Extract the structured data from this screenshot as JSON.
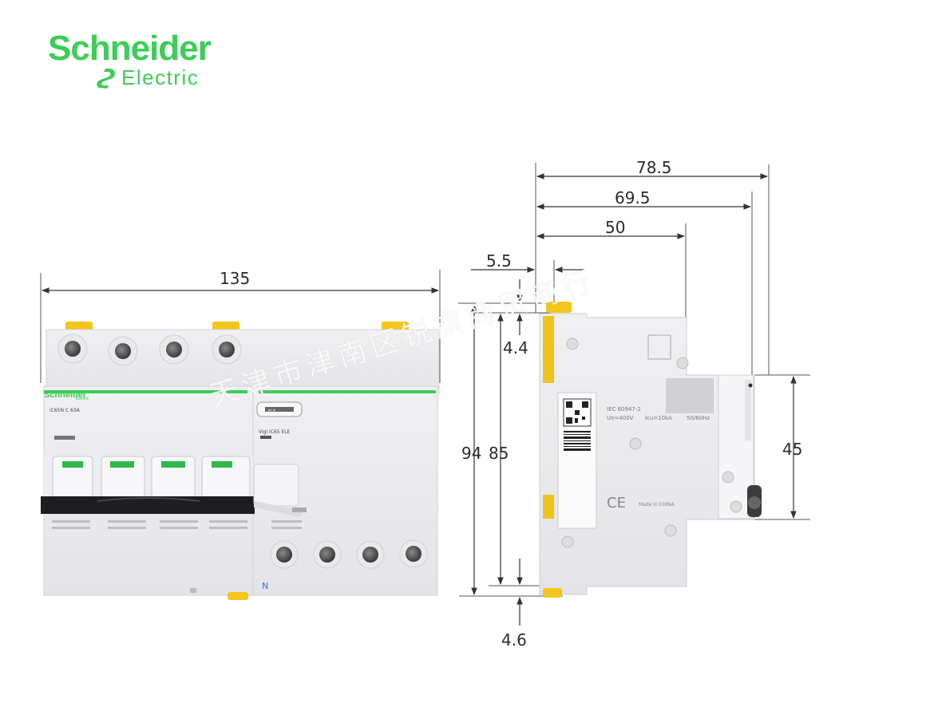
{
  "brand": {
    "name": "Schneider",
    "sub": "Electric",
    "color": "#3dcd58"
  },
  "front_view": {
    "width_dim": "135",
    "module_brand": "Schneider",
    "module_brand_sub": "Electric",
    "breaker_label": "iC65N  C 63A",
    "vigi_label": "Vigi iC65 ELE",
    "vigi_switch": "ELE",
    "neutral_mark": "N"
  },
  "side_view": {
    "dims": {
      "d78_5": "78.5",
      "d69_5": "69.5",
      "d50": "50",
      "d5_5": "5.5",
      "d4_4": "4.4",
      "d94": "94",
      "d85": "85",
      "d45": "45",
      "d4_6": "4.6"
    },
    "label_lines": [
      "IEC 60947-2",
      "Ue=400V",
      "Icu=10kA",
      "50/60Hz"
    ],
    "ce_mark": "CE",
    "made_in": "Made in CHINA"
  },
  "watermark": "天津市津南区锐旗商贸商行"
}
